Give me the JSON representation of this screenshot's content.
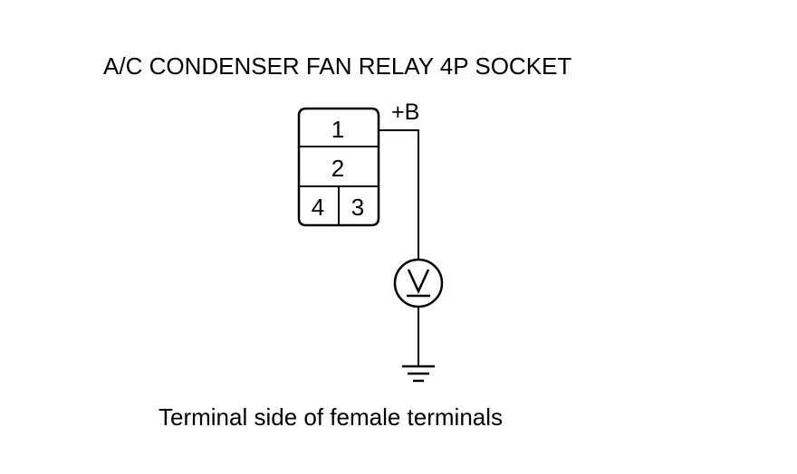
{
  "title": "A/C CONDENSER FAN RELAY 4P SOCKET",
  "connector": {
    "terminal_1": "1",
    "terminal_2": "2",
    "terminal_3": "3",
    "terminal_4": "4"
  },
  "supply_label": "+B",
  "meter_symbol": "V",
  "caption": "Terminal side of female terminals",
  "icons": {
    "meter": "voltmeter-icon",
    "ground": "ground-icon"
  },
  "colors": {
    "line": "#000000",
    "background": "#ffffff"
  }
}
